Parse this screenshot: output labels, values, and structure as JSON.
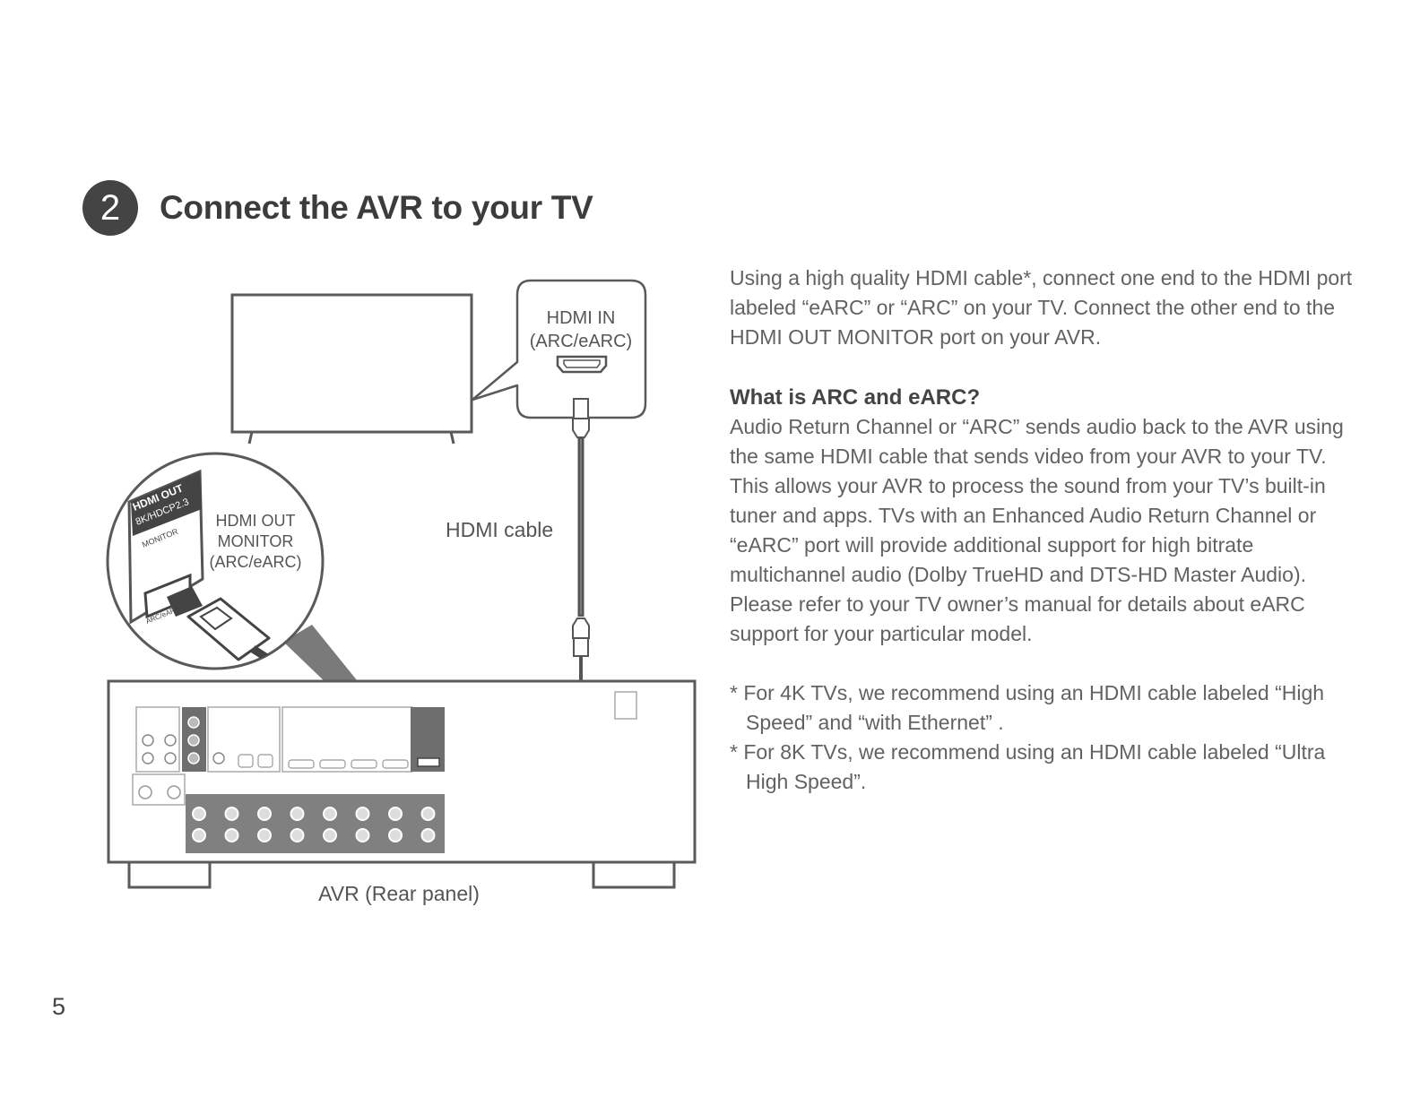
{
  "step": {
    "number": "2",
    "title": "Connect the AVR to your TV"
  },
  "diagram": {
    "callout_tv_port": [
      "HDMI IN",
      "(ARC/eARC)"
    ],
    "cable_label": "HDMI cable",
    "callout_avr_port": [
      "HDMI OUT",
      "MONITOR",
      "(ARC/eARC)"
    ],
    "avr_label": "AVR (Rear panel)",
    "panel_markings": {
      "hdmi_out": "HDMI OUT",
      "hdcp": "8K/HDCP2.3",
      "monitor": "MONITOR",
      "arc": "ARC/eARC"
    }
  },
  "content": {
    "intro": "Using a high quality HDMI cable*, connect one end to the HDMI port labeled “eARC” or “ARC” on your TV. Connect the other end to the HDMI OUT MONITOR port on your AVR.",
    "subheading": "What is ARC and eARC?",
    "body": "Audio Return Channel or “ARC” sends audio back to the AVR using the same HDMI cable that sends video from your AVR to your TV. This allows your AVR to process the sound from your TV’s built-in tuner and apps. TVs with an Enhanced Audio Return Channel or “eARC” port will provide additional support for high bitrate multichannel audio (Dolby TrueHD and DTS-HD Master Audio). Please refer to your TV owner’s manual for details about eARC support for your particular model.",
    "notes": [
      "* For 4K TVs, we recommend using an HDMI cable labeled “High Speed” and “with Ethernet” .",
      "* For 8K TVs, we recommend using an HDMI cable labeled “Ultra High Speed”."
    ]
  },
  "page_number": "5"
}
